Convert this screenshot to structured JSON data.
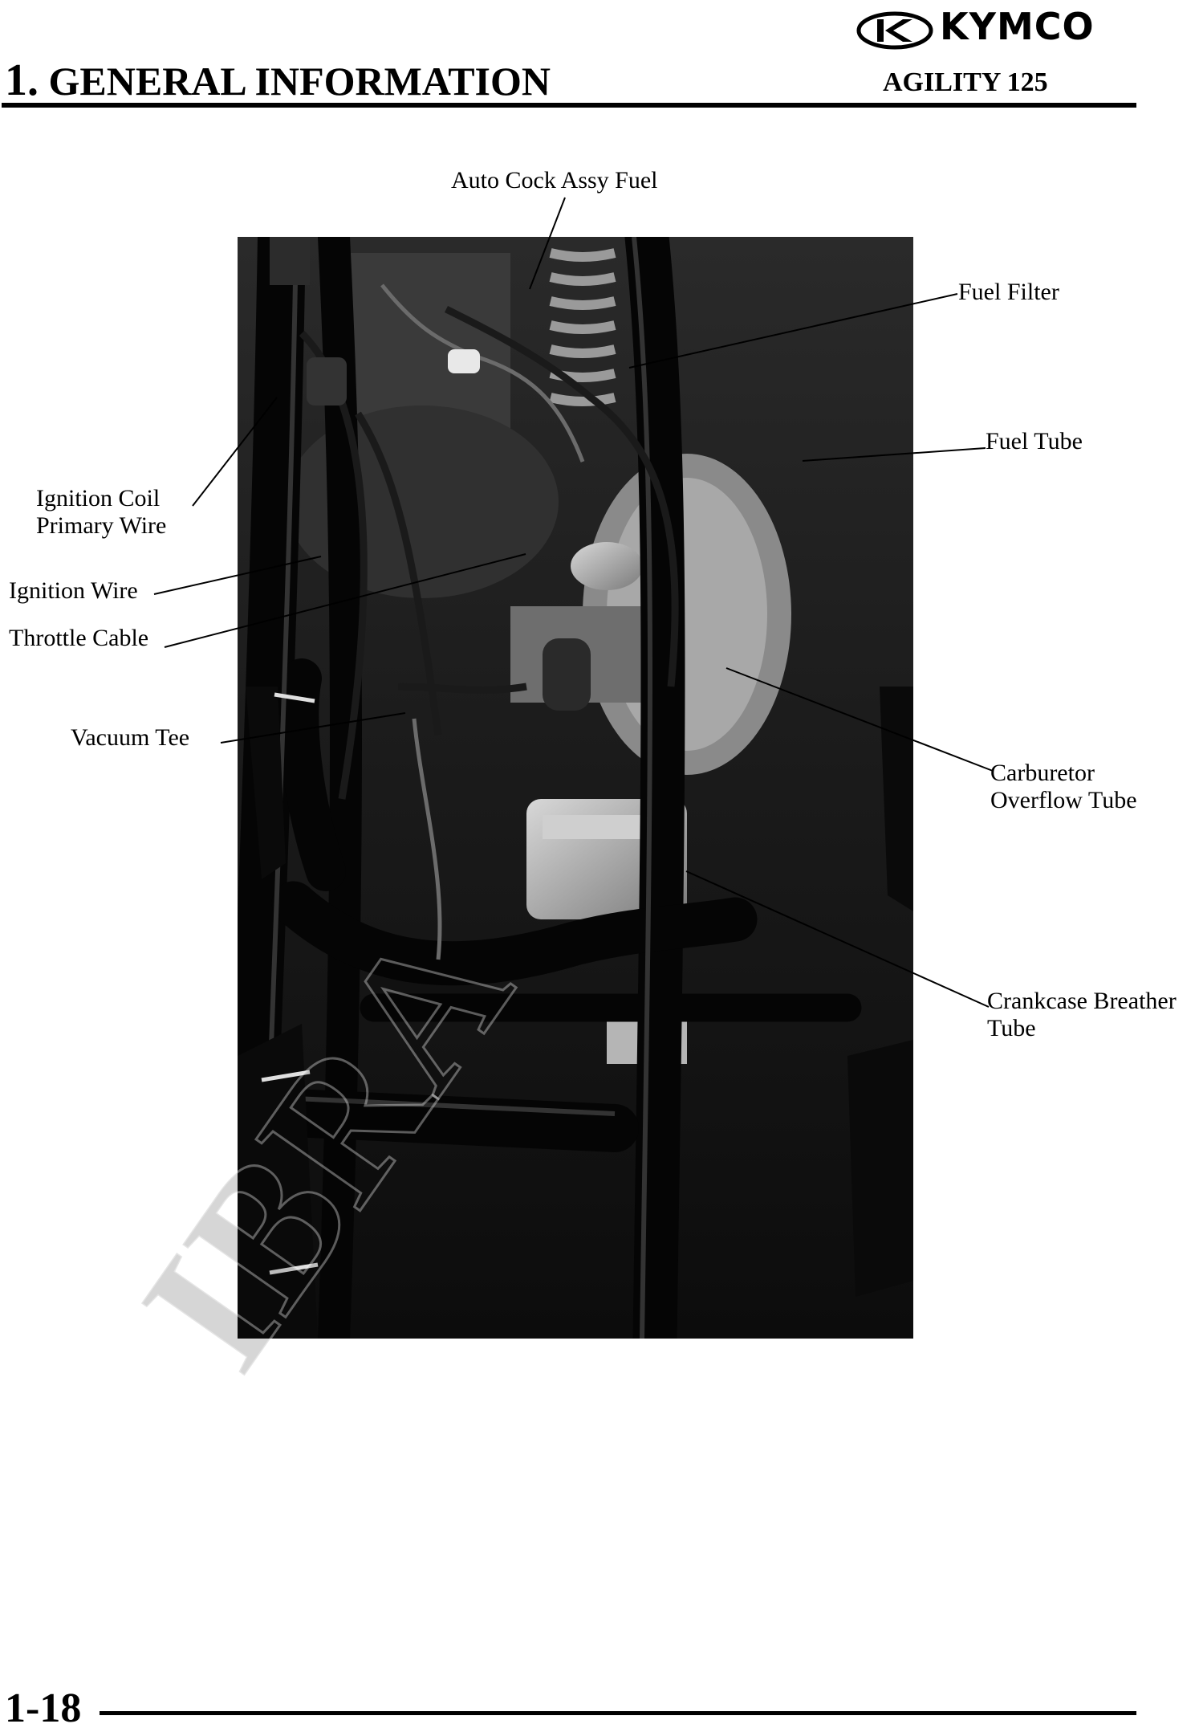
{
  "header": {
    "logo_text": "KYMCO",
    "section_number": "1.",
    "section_title": "GENERAL INFORMATION",
    "model": "AGILITY 125"
  },
  "figure": {
    "labels": {
      "auto_cock": "Auto Cock Assy Fuel",
      "fuel_filter": "Fuel Filter",
      "fuel_tube": "Fuel Tube",
      "ignition_coil_1": "Ignition Coil",
      "ignition_coil_2": "Primary Wire",
      "ignition_wire": "Ignition Wire",
      "throttle_cable": "Throttle Cable",
      "vacuum_tee": "Vacuum Tee",
      "carb_overflow_1": "Carburetor",
      "carb_overflow_2": "Overflow Tube",
      "crankcase_1": "Crankcase Breather",
      "crankcase_2": "Tube"
    },
    "watermark": "IBRA"
  },
  "footer": {
    "page_number": "1-18"
  }
}
